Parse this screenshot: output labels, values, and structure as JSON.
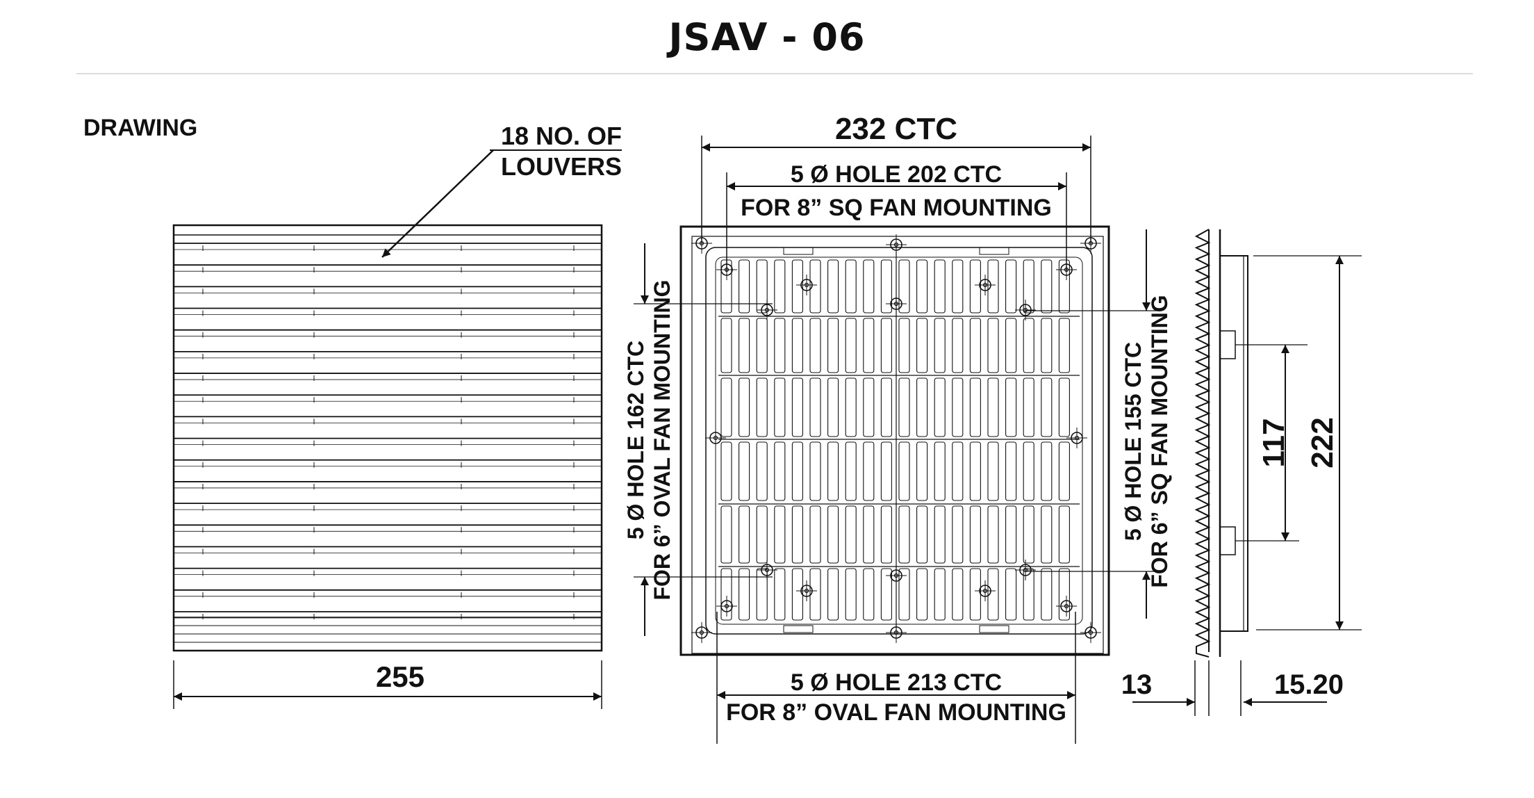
{
  "title": "JSAV - 06",
  "section_label": "DRAWING",
  "louver_note": {
    "line1": "18 NO. OF",
    "line2": "LOUVERS"
  },
  "louver_count": 18,
  "dims": {
    "width": "255",
    "top_ctc": "232 CTC",
    "sq8_line1": "5 Ø HOLE 202 CTC",
    "sq8_line2": "FOR 8” SQ FAN MOUNTING",
    "oval8_line1": "5 Ø HOLE 213 CTC",
    "oval8_line2": "FOR 8” OVAL FAN MOUNTING",
    "oval6_line1": "5 Ø HOLE 162 CTC",
    "oval6_line2": "FOR 6” OVAL FAN MOUNTING",
    "sq6_line1": "5 Ø HOLE 155 CTC",
    "sq6_line2": "FOR 6” SQ FAN MOUNTING",
    "depth_a": "13",
    "depth_b": "15.20",
    "clip_ctc": "117",
    "overall_height": "222"
  },
  "colors": {
    "line": "#111111",
    "rule": "#dcdcdc"
  }
}
